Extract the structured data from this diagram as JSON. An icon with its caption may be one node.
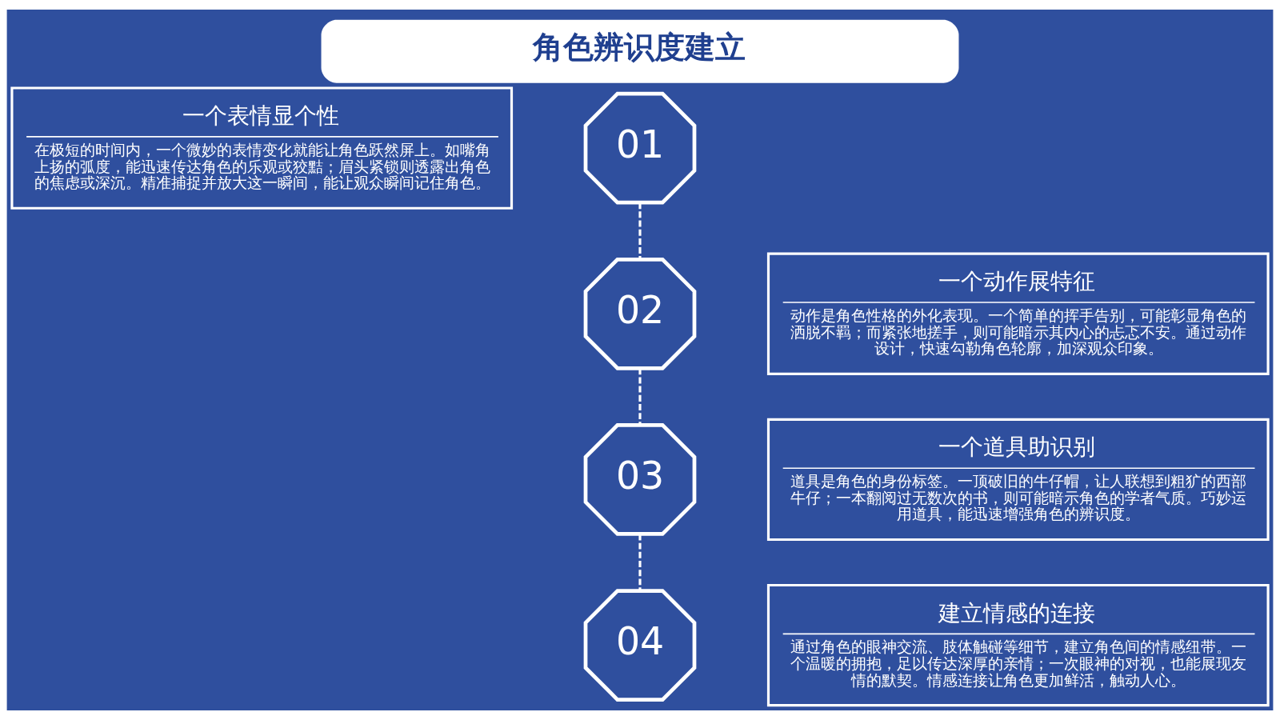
{
  "diagram": {
    "title": "角色辨识度建立",
    "nodes": [
      {
        "text": [
          "一个表情显个性",
          "在极短的时间内，一个微妙的表情变化就能让角色跃然屏上。如嘴角上扬的弧度，能迅速传达角色的乐观或狡黠；眉头紧锁则透露出角色的焦虑或深沉。精准捕捉并放大这一瞬间，能让观众瞬间记住角色。"
        ]
      },
      {
        "text": [
          "01"
        ]
      },
      {
        "text": [
          "02"
        ]
      },
      {
        "text": [
          "一个动作展特征",
          "动作是角色性格的外化表现。一个简单的挥手告别，可能彰显角色的洒脱不羁；而紧张地搓手，则可能暗示其内心的忐忑不安。通过动作设计，快速勾勒角色轮廓，加深观众印象。"
        ]
      },
      {
        "text": [
          "一个道具助识别",
          "道具是角色的身份标签。一顶破旧的牛仔帽，让人联想到粗犷的西部牛仔；一本翻阅过无数次的书，则可能暗示角色的学者气质。巧妙运用道具，能迅速增强角色的辨识度。"
        ]
      },
      {
        "text": [
          "03"
        ]
      },
      {
        "text": [
          "04"
        ]
      },
      {
        "text": [
          "建立情感的连接",
          "通过角色的眼神交流、肢体触碰等细节，建立角色间的情感纽带。一个温暖的拥抱，足以传达深厚的亲情；一次眼神的对视，也能展现友情的默契。情感连接让角色更加鲜活，触动人心。"
        ]
      }
    ],
    "edges": [
      {
        "from": 1,
        "to": 2,
        "arrow": "none",
        "style": "dashed"
      },
      {
        "from": 2,
        "to": 5,
        "arrow": "none",
        "style": "dashed"
      },
      {
        "from": 5,
        "to": 6,
        "arrow": "none",
        "style": "dashed"
      }
    ]
  }
}
